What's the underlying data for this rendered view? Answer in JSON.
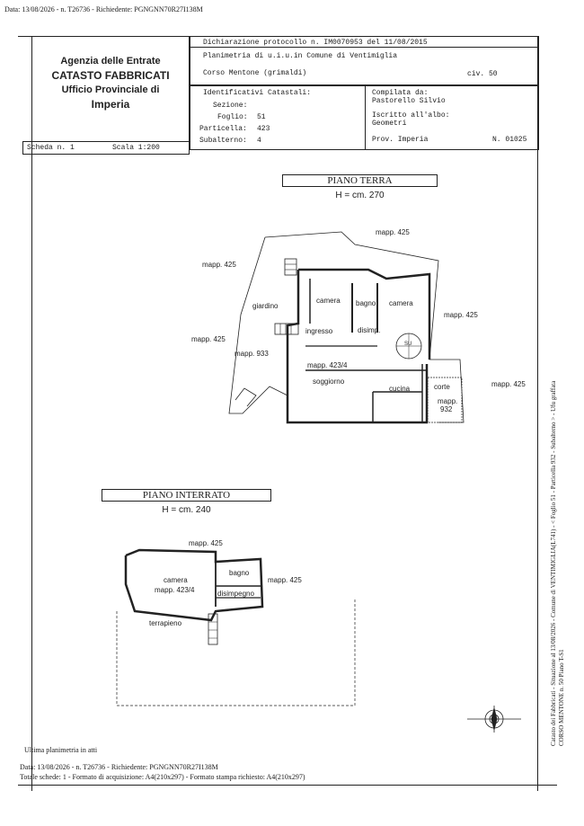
{
  "top_line": "Data: 13/08/2026 - n. T26736 - Richiedente: PGNGNN70R27I138M",
  "header": {
    "agency_line1": "Agenzia delle Entrate",
    "agency_line2": "CATASTO FABBRICATI",
    "agency_line3": "Ufficio Provinciale di",
    "agency_line4": "Imperia",
    "dichiarazione": "Dichiarazione protocollo n. IM0070953 del 11/08/2015",
    "planimetria": "Planimetria di u.i.u.in Comune di Ventimiglia",
    "address": "Corso Mentone (grimaldi)",
    "civ": "civ. 50",
    "identificativi_title": "Identificativi Catastali:",
    "sezione": "Sezione:",
    "foglio_label": "Foglio:",
    "foglio_value": "51",
    "particella_label": "Particella:",
    "particella_value": "423",
    "subalterno_label": "Subalterno:",
    "subalterno_value": "4",
    "compilata_label": "Compilata da:",
    "compilata_value": "Pastorello Silvio",
    "iscritto_label": "Iscritto all'albo:",
    "iscritto_value": "Geometri",
    "prov": "Prov. Imperia",
    "numero": "N. 01025",
    "scheda": "Scheda n. 1",
    "scala": "Scala 1:200"
  },
  "plan_terra": {
    "title": "PIANO TERRA",
    "height": "H = cm. 270",
    "labels": {
      "mapp425_top": "mapp. 425",
      "mapp425_left": "mapp. 425",
      "mapp425_right": "mapp. 425",
      "mapp425_left2": "mapp. 425",
      "mapp425_right2": "mapp. 425",
      "mapp933": "mapp. 933",
      "giardino": "giardino",
      "camera1": "camera",
      "bagno": "bagno",
      "camera2": "camera",
      "ingresso": "ingresso",
      "disimp": "disimp.",
      "mapp423": "mapp. 423/4",
      "soggiorno": "soggiorno",
      "cucina": "cucina",
      "corte": "corte",
      "mapp932_a": "mapp.",
      "mapp932_b": "932",
      "su": "SU"
    }
  },
  "plan_interrato": {
    "title": "PIANO INTERRATO",
    "height": "H = cm. 240",
    "labels": {
      "mapp425_top": "mapp. 425",
      "mapp425_right": "mapp. 425",
      "camera": "camera",
      "mapp423": "mapp. 423/4",
      "bagno": "bagno",
      "disimpegno": "disimpegno",
      "terrapieno": "terrapieno"
    }
  },
  "side_text": {
    "line1": "Catasto dei Fabbricati - Situazione al 13/08/2026 - Comune di VENTIMIGLIA(L741) - < Foglio 51 - Particella 932 - Subalterno > - Ufu graffata",
    "line2": "CORSO MENTONE n. 50 Piano T-S1"
  },
  "footer": {
    "ultima": "Ultima planimetria in atti",
    "data_line": "Data: 13/08/2026 - n. T26736 - Richiedente: PGNGNN70R27I138M",
    "totale_line": "Totale schede: 1 - Formato di acquisizione: A4(210x297) - Formato stampa richiesto: A4(210x297)"
  }
}
